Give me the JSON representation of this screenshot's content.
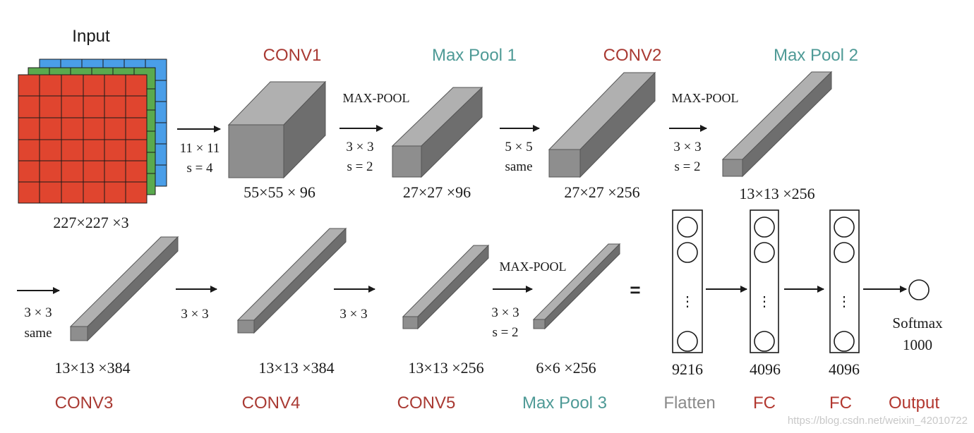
{
  "colors": {
    "conv_title": "#a93a33",
    "pool_title": "#4e9a96",
    "flatten_title": "#8a8a8a",
    "fc_title": "#b2372f",
    "output_title": "#b2372f",
    "box_front": "#8e8e8e",
    "box_top": "#b0b0b0",
    "box_side": "#6e6e6e",
    "input_red": "#e0452f",
    "input_green": "#5aaa4e",
    "input_blue": "#4a9ee8",
    "text": "#1a1a1a",
    "watermark": "#c8c8c8"
  },
  "titles": {
    "input": "Input",
    "conv1": "CONV1",
    "maxpool1": "Max Pool 1",
    "conv2": "CONV2",
    "maxpool2": "Max Pool 2",
    "conv3": "CONV3",
    "conv4": "CONV4",
    "conv5": "CONV5",
    "maxpool3": "Max Pool 3",
    "flatten": "Flatten",
    "fc1": "FC",
    "fc2": "FC",
    "output": "Output"
  },
  "dims": {
    "input": "227×227 ×3",
    "conv1": "55×55 × 96",
    "pool1": "27×27 ×96",
    "conv2": "27×27 ×256",
    "pool2": "13×13 ×256",
    "conv3": "13×13 ×384",
    "conv4": "13×13 ×384",
    "conv5": "13×13 ×256",
    "pool3": "6×6 ×256",
    "flatten": "9216",
    "fc1": "4096",
    "fc2": "4096"
  },
  "ops": {
    "op1_line1": "11 × 11",
    "op1_line2": "s = 4",
    "op2_label": "MAX-POOL",
    "op2_line1": "3 × 3",
    "op2_line2": "s = 2",
    "op3_line1": "5 × 5",
    "op3_line2": "same",
    "op4_label": "MAX-POOL",
    "op4_line1": "3 × 3",
    "op4_line2": "s = 2",
    "op5_line1": "3 × 3",
    "op5_line2": "same",
    "op6_line1": "3 × 3",
    "op7_line1": "3 × 3",
    "op8_label": "MAX-POOL",
    "op8_line1": "3 × 3",
    "op8_line2": "s = 2",
    "equals": "=",
    "ellipsis": "⋮",
    "softmax_line1": "Softmax",
    "softmax_line2": "1000"
  },
  "watermark": "https://blog.csdn.net/weixin_42010722"
}
